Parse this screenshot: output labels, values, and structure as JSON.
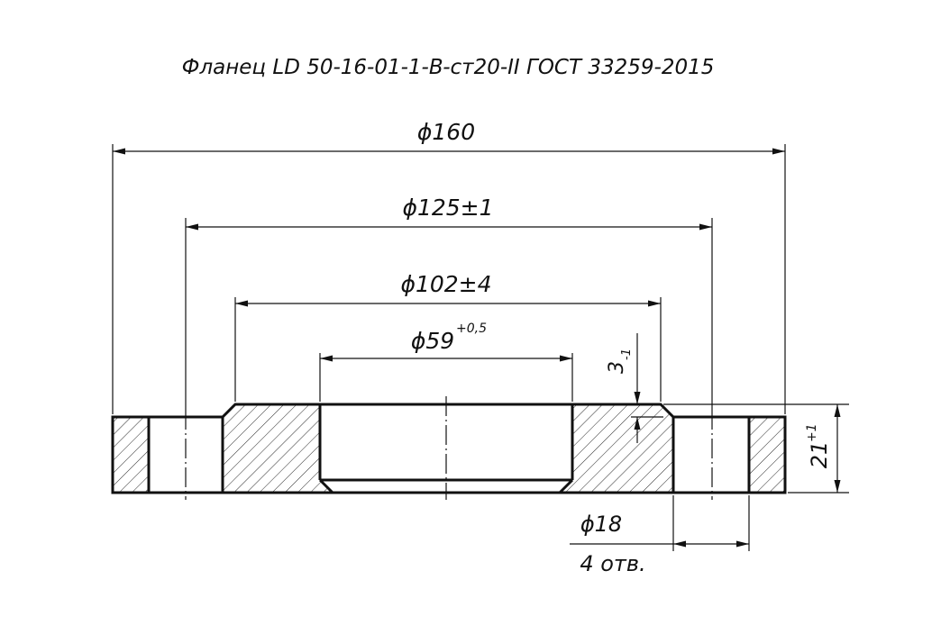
{
  "title": "Фланец LD 50-16-01-1-B-ст20-II ГОСТ 33259-2015",
  "dimensions": {
    "d160": "ϕ160",
    "d125": "ϕ125±1",
    "d102": "ϕ102±4",
    "d59": "ϕ59",
    "d59_tol": "+0,5",
    "chamfer": "3",
    "chamfer_tol": "-1",
    "thickness": "21",
    "thickness_tol": "+1",
    "hole": "ϕ18",
    "hole_count": "4 отв."
  }
}
